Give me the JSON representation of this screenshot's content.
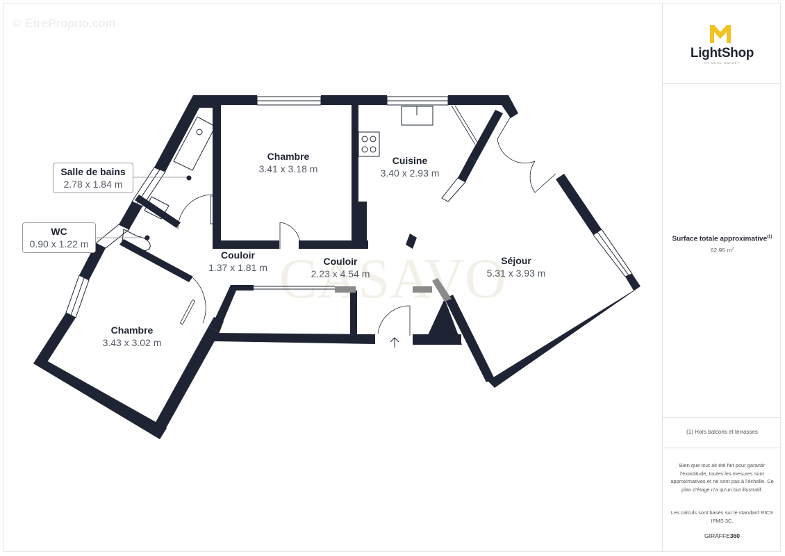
{
  "watermark": {
    "top_left": "© EtreProprio.com",
    "center": "CASAVO"
  },
  "brand": {
    "name": "LightShop",
    "tagline": "BY MEILL MARKET",
    "accent_color": "#f2c322"
  },
  "summary": {
    "surface_title": "Surface totale approximative",
    "surface_footnote_mark": "(1)",
    "surface_value": "62.95 m",
    "surface_unit_sup": "2"
  },
  "footnote": "(1) Hors balcons et terrasses",
  "disclaimer": {
    "paragraph1": "Bien que tout ait été fait pour garantir l'exactitude, toutes les mesures sont approximatives et ne sont pas à l'échelle. Ce plan d'étage n'a qu'un but illustratif.",
    "paragraph2": "Les calculs sont basés sur le standard RICS IPMS 3C.",
    "provider_a": "GIRAFFE",
    "provider_b": "360"
  },
  "colors": {
    "wall": "#1e2433",
    "wall_grey": "#8a8a8a",
    "text_dark": "#1f2433",
    "text_dim": "#555b66"
  },
  "rooms": [
    {
      "id": "chambre-1",
      "name": "Chambre",
      "dims": "3.41 x 3.18 m"
    },
    {
      "id": "cuisine",
      "name": "Cuisine",
      "dims": "3.40 x 2.93 m"
    },
    {
      "id": "salle-de-bains",
      "name": "Salle de bains",
      "dims": "2.78 x 1.84 m"
    },
    {
      "id": "wc",
      "name": "WC",
      "dims": "0.90 x 1.22 m"
    },
    {
      "id": "couloir-1",
      "name": "Couloir",
      "dims": "1.37 x 1.81 m"
    },
    {
      "id": "couloir-2",
      "name": "Couloir",
      "dims": "2.23 x 4.54 m"
    },
    {
      "id": "sejour",
      "name": "Séjour",
      "dims": "5.31 x 3.93 m"
    },
    {
      "id": "chambre-2",
      "name": "Chambre",
      "dims": "3.43 x 3.02 m"
    }
  ],
  "icons": {
    "entrance_arrow": "arrow-up-icon",
    "logo": "lightshop-logo-icon"
  }
}
